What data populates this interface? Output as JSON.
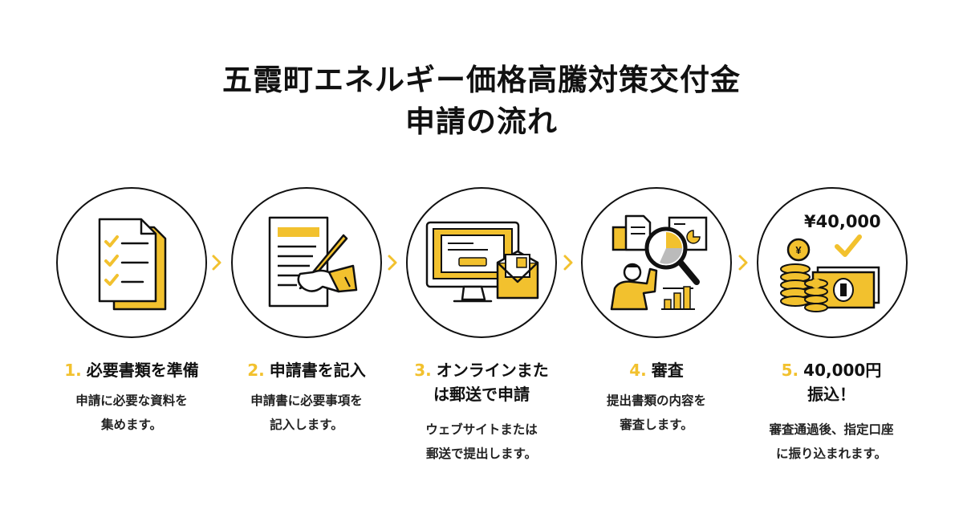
{
  "title": {
    "line1": "五霞町エネルギー価格高騰対策交付金",
    "line2": "申請の流れ"
  },
  "steps": [
    {
      "num": "1.",
      "title_lines": [
        "必要書類を準備"
      ],
      "desc_lines": [
        "申請に必要な資料を",
        "集めます。"
      ],
      "icon": "document-checklist-icon"
    },
    {
      "num": "2.",
      "title_lines": [
        "申請書を記入"
      ],
      "desc_lines": [
        "申請書に必要事項を",
        "記入します。"
      ],
      "icon": "hand-writing-pen-icon"
    },
    {
      "num": "3.",
      "title_lines": [
        "オンラインまた",
        "は郵送で申請"
      ],
      "desc_lines": [
        "ウェブサイトまたは",
        "郵送で提出します。"
      ],
      "icon": "computer-and-envelope-icon"
    },
    {
      "num": "4.",
      "title_lines": [
        "審査"
      ],
      "desc_lines": [
        "提出書類の内容を",
        "審査します。"
      ],
      "icon": "person-magnifier-review-icon"
    },
    {
      "num": "5.",
      "title_lines": [
        "40,000円",
        "振込！"
      ],
      "desc_lines": [
        "審査通過後、指定口座",
        "に振り込まれます。"
      ],
      "icon": "yen-coins-banknote-icon"
    }
  ],
  "step5_amount": "¥40,000",
  "colors": {
    "accent": "#F2C12E",
    "ink": "#111111",
    "background": "#FFFFFF"
  }
}
